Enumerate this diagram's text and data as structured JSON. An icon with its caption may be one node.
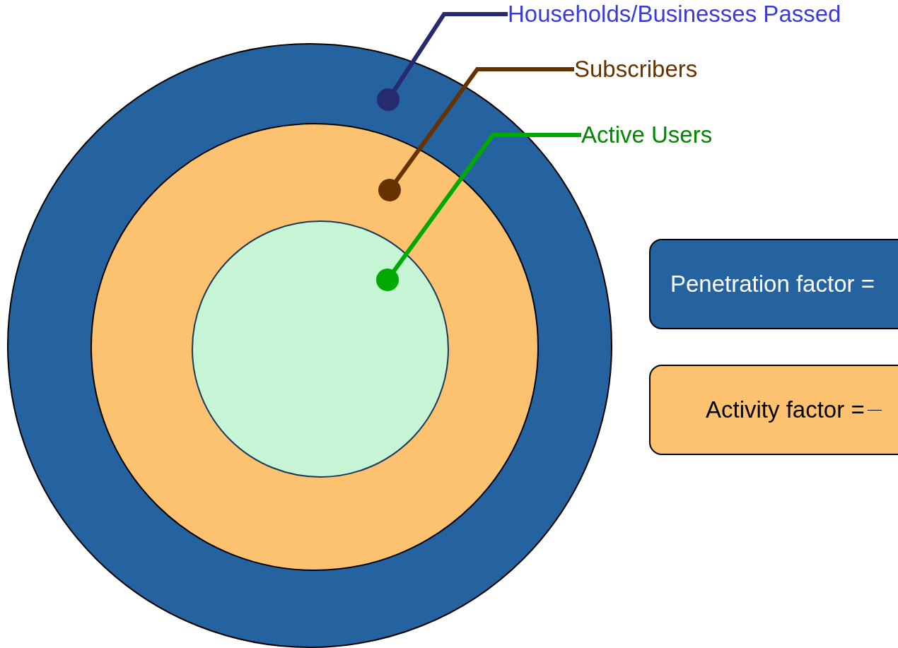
{
  "diagram": {
    "nodes": [
      {
        "text": [],
        "shape": "circle"
      },
      {
        "text": [],
        "shape": "circle",
        "in": 0
      },
      {
        "text": [],
        "shape": "circle",
        "in": 1
      },
      {
        "text": [
          "Households/Businesses Passed"
        ]
      },
      {
        "text": [
          "Subscribers"
        ]
      },
      {
        "text": [
          "Active Users"
        ]
      },
      {
        "text": [
          "Penetration factor ="
        ]
      },
      {
        "text": [
          "Activity factor ="
        ]
      }
    ],
    "edges": [
      {
        "from": 3,
        "to": 0,
        "arrow": "other",
        "color": "#262a6f"
      },
      {
        "from": 4,
        "to": 1,
        "arrow": "other",
        "color": "#663300"
      },
      {
        "from": 5,
        "to": 2,
        "arrow": "other",
        "color": "#00aa00"
      }
    ]
  }
}
